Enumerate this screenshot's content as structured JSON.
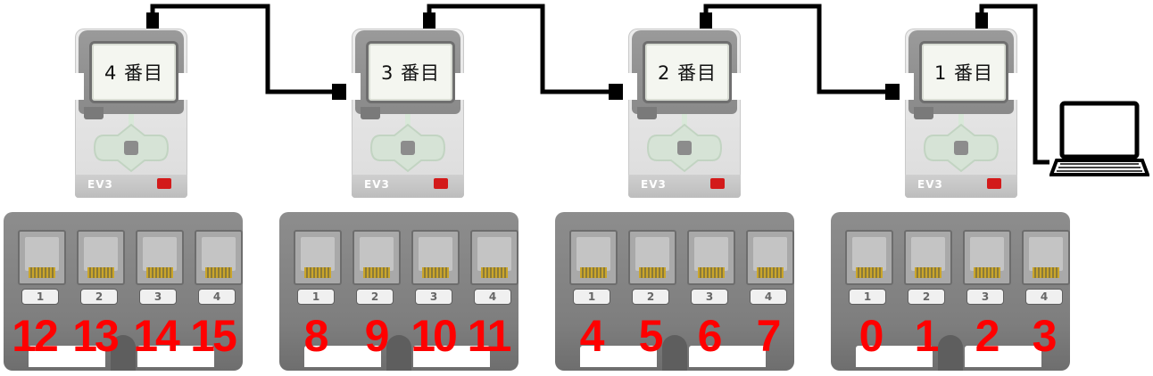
{
  "bricks": [
    {
      "label": "4 番目"
    },
    {
      "label": "3 番目"
    },
    {
      "label": "2 番目"
    },
    {
      "label": "1 番目"
    }
  ],
  "brand_label": "EV3",
  "port_blocks": [
    {
      "tabs": [
        "1",
        "2",
        "3",
        "4"
      ],
      "numbers": [
        "12",
        "13",
        "14",
        "15"
      ]
    },
    {
      "tabs": [
        "1",
        "2",
        "3",
        "4"
      ],
      "numbers": [
        "8",
        "9",
        "10",
        "11"
      ]
    },
    {
      "tabs": [
        "1",
        "2",
        "3",
        "4"
      ],
      "numbers": [
        "4",
        "5",
        "6",
        "7"
      ]
    },
    {
      "tabs": [
        "1",
        "2",
        "3",
        "4"
      ],
      "numbers": [
        "0",
        "1",
        "2",
        "3"
      ]
    }
  ],
  "colors": {
    "number": "#ff0000",
    "cable": "#000000",
    "lego_logo": "#d31a1a",
    "connector_pins": "#caa52a"
  },
  "icons": [
    "laptop-icon",
    "button-pad-icon",
    "lego-logo-icon"
  ]
}
